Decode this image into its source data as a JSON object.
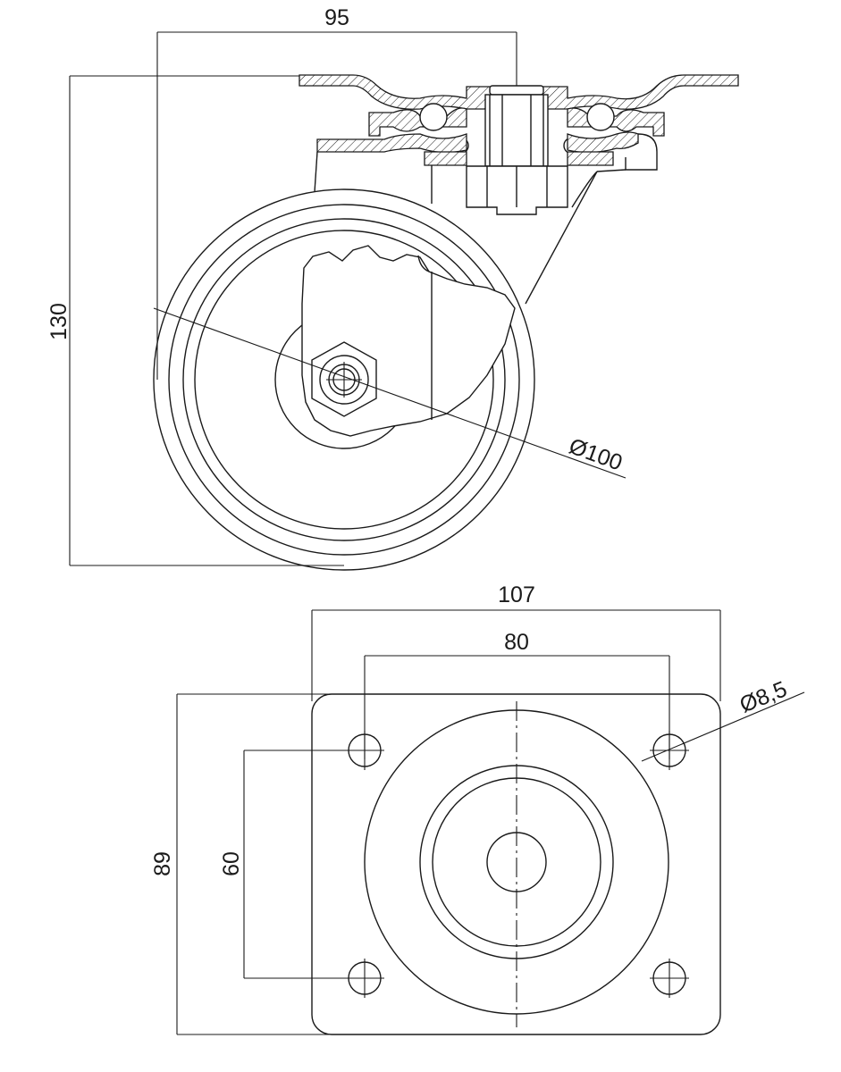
{
  "dimensions": {
    "mount_offset": "95",
    "total_height": "130",
    "wheel_diameter": "Ø100",
    "plate_width": "107",
    "hole_spacing_x": "80",
    "hole_diameter": "Ø8,5",
    "plate_depth": "89",
    "hole_spacing_y": "60"
  }
}
